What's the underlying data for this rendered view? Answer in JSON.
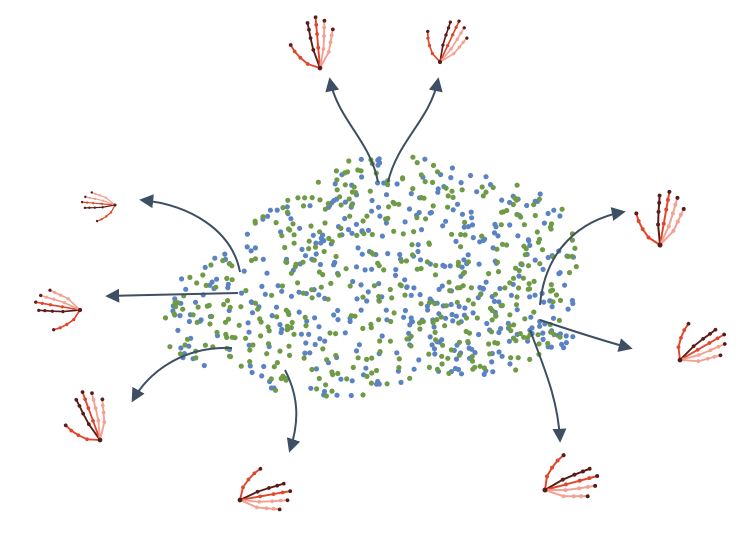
{
  "colors": {
    "cluster_a": "#5b83c4",
    "cluster_b": "#6f9a46",
    "arrow": "#3d4f63",
    "skeleton_dark": "#5a1c18",
    "skeleton_mid": "#e0462c",
    "skeleton_light": "#f2a192"
  },
  "embedding": {
    "clusters": [
      {
        "color_key": "cluster_a",
        "point_count": 420
      },
      {
        "color_key": "cluster_b",
        "point_count": 430
      }
    ]
  },
  "hand_poses": [
    {
      "id": "top-left",
      "icon": "hand-skeleton-icon"
    },
    {
      "id": "top-right",
      "icon": "hand-skeleton-icon"
    },
    {
      "id": "upper-left",
      "icon": "hand-skeleton-icon"
    },
    {
      "id": "middle-left",
      "icon": "hand-skeleton-icon"
    },
    {
      "id": "lower-left",
      "icon": "hand-skeleton-icon"
    },
    {
      "id": "bottom-left",
      "icon": "hand-skeleton-icon"
    },
    {
      "id": "upper-right",
      "icon": "hand-skeleton-icon"
    },
    {
      "id": "middle-right",
      "icon": "hand-skeleton-icon"
    },
    {
      "id": "bottom-right",
      "icon": "hand-skeleton-icon"
    }
  ]
}
